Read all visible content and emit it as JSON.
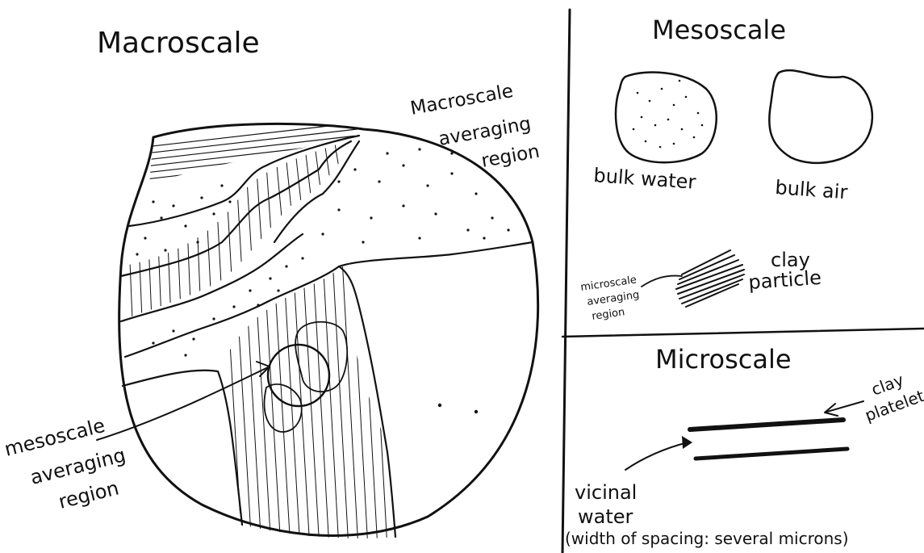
{
  "macroscale": {
    "title": "Macroscale",
    "averaging_label": [
      "Macroscale",
      "averaging",
      "region"
    ],
    "meso_label": [
      "mesoscale",
      "averaging",
      "region"
    ]
  },
  "mesoscale": {
    "title": "Mesoscale",
    "bulk_water": "bulk water",
    "bulk_air": "bulk air",
    "clay_particle": [
      "clay",
      "particle"
    ],
    "micro_label": [
      "microscale",
      "averaging",
      "region"
    ]
  },
  "microscale": {
    "title": "Microscale",
    "clay_platelet": [
      "clay",
      "platelet"
    ],
    "vicinal_water": [
      "vicinal",
      "water"
    ],
    "spacing_note": "(width of spacing: several microns)"
  },
  "colors": {
    "ink": "#111111",
    "paper": "#ffffff"
  }
}
